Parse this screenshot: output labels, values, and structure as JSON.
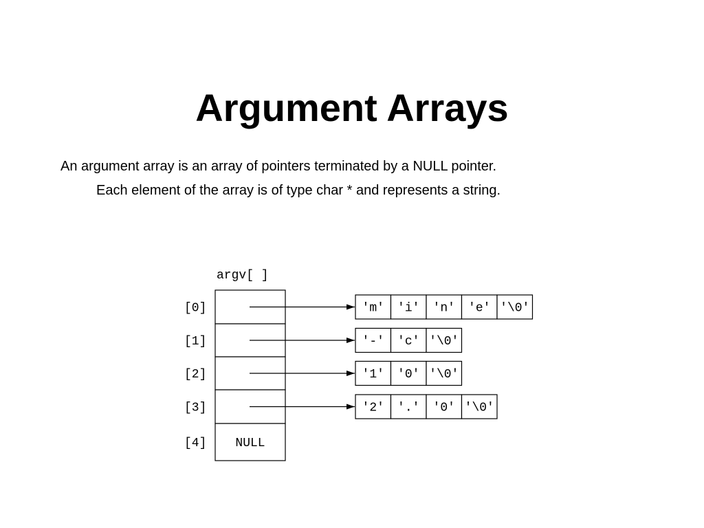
{
  "title": "Argument Arrays",
  "description": {
    "line1": "An argument array is an array of pointers terminated by a NULL pointer.",
    "line2": "Each element of the array is of type char * and represents a string."
  },
  "diagram": {
    "array_label": "argv[ ]",
    "slots": [
      {
        "index": "[0]",
        "content": "",
        "chars": [
          "'m'",
          "'i'",
          "'n'",
          "'e'",
          "'\\0'"
        ]
      },
      {
        "index": "[1]",
        "content": "",
        "chars": [
          "'-'",
          "'c'",
          "'\\0'"
        ]
      },
      {
        "index": "[2]",
        "content": "",
        "chars": [
          "'1'",
          "'0'",
          "'\\0'"
        ]
      },
      {
        "index": "[3]",
        "content": "",
        "chars": [
          "'2'",
          "'.'",
          "'0'",
          "'\\0'"
        ]
      },
      {
        "index": "[4]",
        "content": "NULL",
        "chars": []
      }
    ]
  }
}
